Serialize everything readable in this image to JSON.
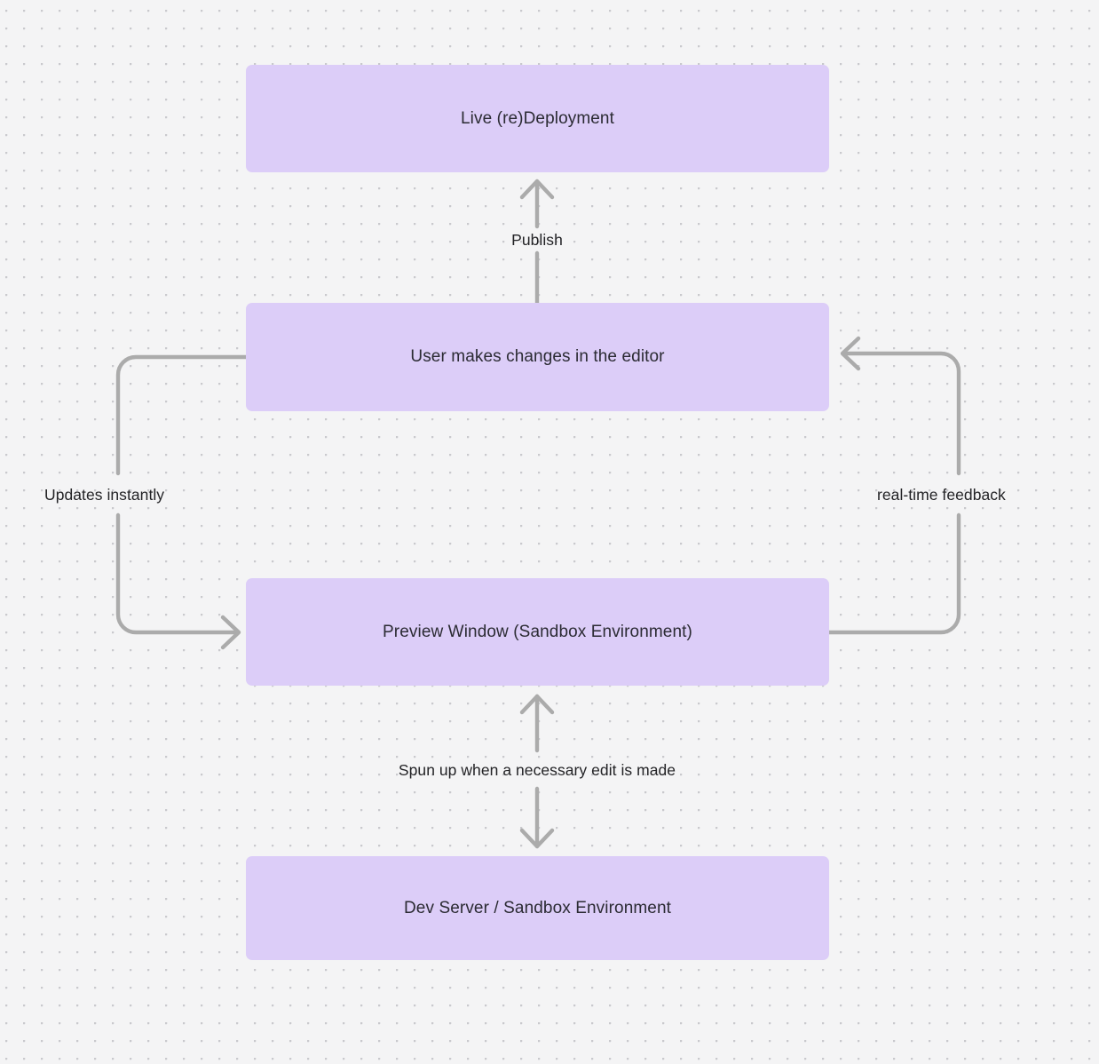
{
  "diagram": {
    "type": "flowchart",
    "background_color": "#f4f4f5",
    "grid": "dot-grid",
    "node_fill": "#dccdf8",
    "node_text_color": "#2b2b33",
    "edge_color": "#ababab",
    "label_text_color": "#232326",
    "nodes": [
      {
        "id": "live-deployment",
        "label": "Live (re)Deployment"
      },
      {
        "id": "user-edits",
        "label": "User makes changes in the editor"
      },
      {
        "id": "preview-window",
        "label": "Preview Window (Sandbox Environment)"
      },
      {
        "id": "dev-server",
        "label": "Dev Server / Sandbox Environment"
      }
    ],
    "edges": [
      {
        "id": "publish",
        "label": "Publish",
        "from": "user-edits",
        "to": "live-deployment",
        "direction": "up"
      },
      {
        "id": "updates-instantly",
        "label": "Updates instantly",
        "from": "user-edits",
        "to": "preview-window",
        "direction": "left-loop"
      },
      {
        "id": "real-time-feedback",
        "label": "real-time feedback",
        "from": "preview-window",
        "to": "user-edits",
        "direction": "right-loop"
      },
      {
        "id": "spun-up",
        "label": "Spun up when a necessary edit is made",
        "from": "preview-window",
        "to": "dev-server",
        "direction": "bidirectional"
      }
    ]
  }
}
